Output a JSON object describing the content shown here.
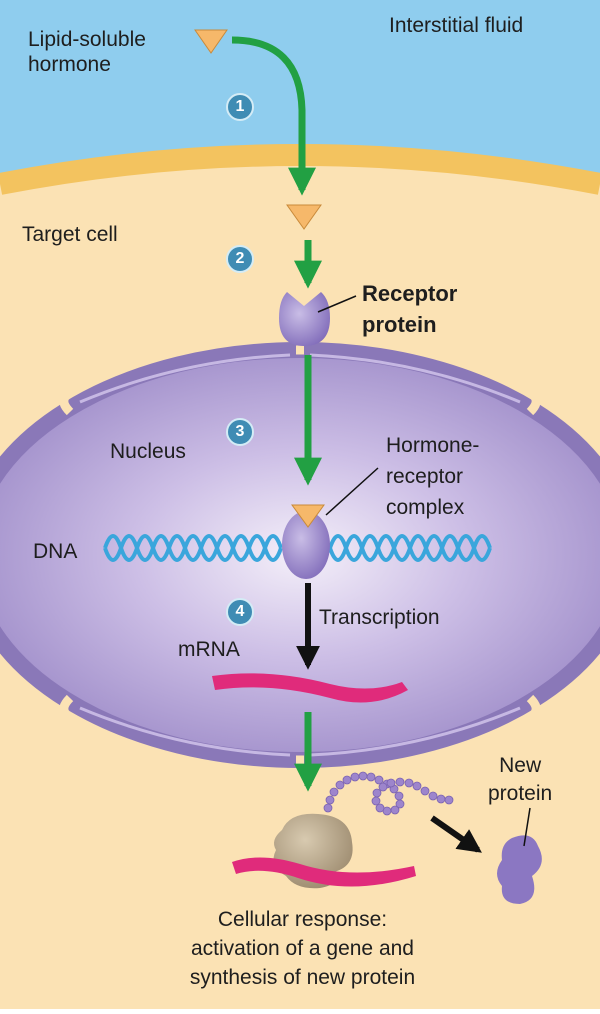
{
  "labels": {
    "hormone": [
      "Lipid-soluble",
      "hormone"
    ],
    "interstitial_fluid": "Interstitial fluid",
    "target_cell": "Target cell",
    "receptor": [
      "Receptor",
      "protein"
    ],
    "nucleus": "Nucleus",
    "complex": [
      "Hormone-",
      "receptor",
      "complex"
    ],
    "dna": "DNA",
    "transcription": "Transcription",
    "mrna": "mRNA",
    "new_protein": [
      "New",
      "protein"
    ],
    "response": [
      "Cellular response:",
      "activation of a gene and",
      "synthesis of new protein"
    ]
  },
  "steps": [
    "1",
    "2",
    "3",
    "4"
  ],
  "colors": {
    "fluid": "#8fcdee",
    "cytoplasm": "#fbe2b4",
    "membrane": "#f3c35f",
    "nucleus": "#a896d0",
    "nucleus_center": "#efe9f7",
    "envelope": "#8a78b8",
    "hormone": "#f6b86a",
    "receptor": "#8b77c2",
    "arrow_green": "#22a043",
    "dna": "#3aa6dc",
    "mrna": "#e02b7b",
    "ribosome": "#b4a288",
    "step_badge": "#3f8cb4"
  },
  "icons": [
    "hormone-triangle",
    "receptor-protein",
    "dna-helix",
    "mrna-strand",
    "ribosome",
    "new-protein",
    "step-badge"
  ]
}
